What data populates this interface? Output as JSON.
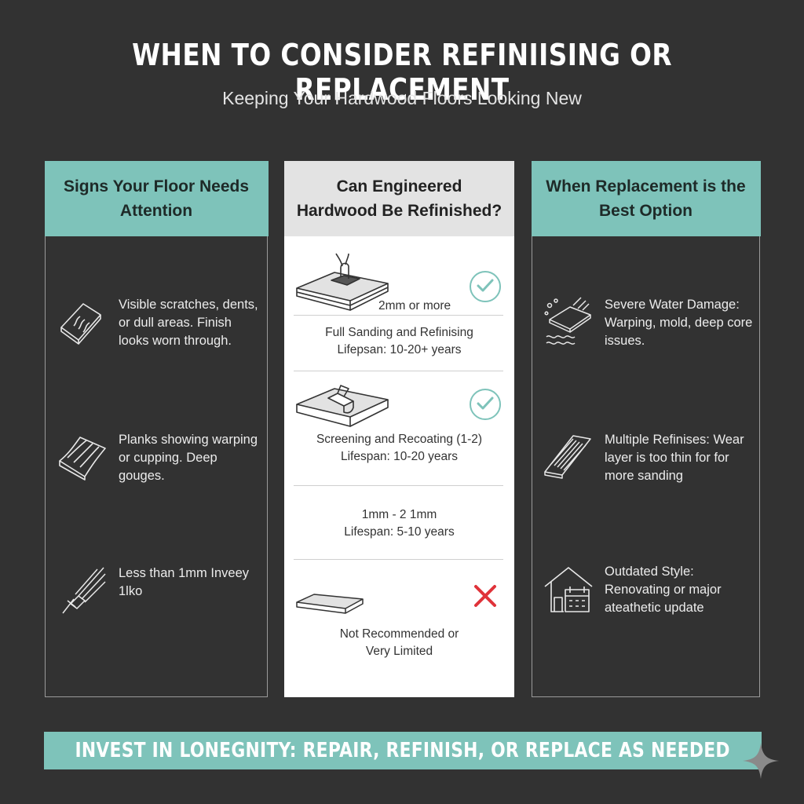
{
  "header": {
    "title": "WHEN TO CONSIDER REFINIISING OR REPLACEMENT",
    "subtitle": "Keeping Your Hardwood Floors Looking New"
  },
  "left_column": {
    "heading": "Signs Your Floor Needs Attention",
    "items": [
      {
        "icon": "scratched-plank-icon",
        "text": "Visible scratches, dents, or dull areas. Finish looks worn through."
      },
      {
        "icon": "warped-planks-icon",
        "text": "Planks showing warping or cupping. Deep gouges."
      },
      {
        "icon": "worn-layer-icon",
        "text": "Less than 1mm Inveey 1lko"
      }
    ]
  },
  "middle_column": {
    "heading": "Can Engineered Hardwood Be Refinished?",
    "rows": [
      {
        "icon": "sanding-board-icon",
        "badge": "check-icon",
        "label": "2mm or more",
        "detail": "Full Sanding and Refinising Lifepsan: 10-20+ years"
      },
      {
        "icon": "recoating-board-icon",
        "badge": "check-icon",
        "detail": "Screening and Recoating (1-2) Lifespan: 10-20 years"
      },
      {
        "detail": "1mm - 2 1mm Lifespan: 5-10 years"
      },
      {
        "icon": "thin-board-icon",
        "badge": "cross-icon",
        "detail": "Not Recommended or Very Limited"
      }
    ]
  },
  "right_column": {
    "heading": "When Replacement is the Best Option",
    "items": [
      {
        "icon": "water-damage-icon",
        "text": "Severe Water Damage: Warping, mold, deep core issues."
      },
      {
        "icon": "thin-wear-layer-icon",
        "text": "Multiple Refinises: Wear layer is too thin for for more sanding"
      },
      {
        "icon": "house-calendar-icon",
        "text": "Outdated Style: Renovating or major ateathetic update"
      }
    ]
  },
  "footer": {
    "banner": "INVEST IN LONEGNITY: REPAIR, REFINISH, OR REPLACE AS NEEDED"
  },
  "colors": {
    "background": "#323232",
    "accent": "#7ec3ba",
    "check": "#7ec3ba",
    "cross": "#e0333a"
  }
}
